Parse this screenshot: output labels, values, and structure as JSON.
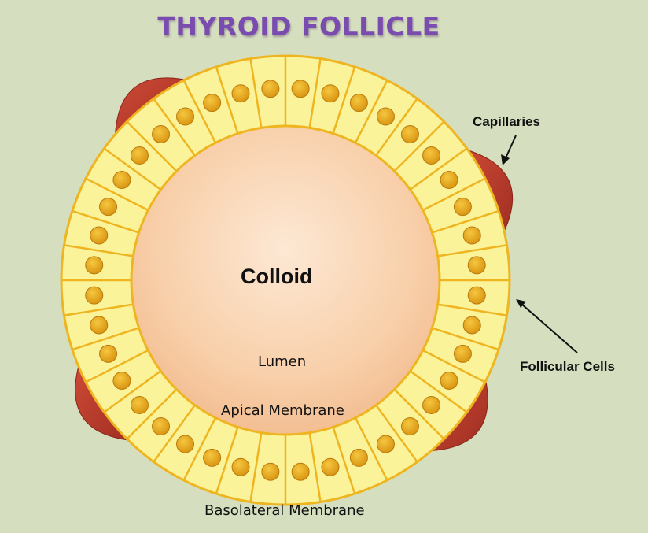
{
  "title": "THYROID FOLLICLE",
  "labels": {
    "colloid": "Colloid",
    "lumen": "Lumen",
    "apical": "Apical Membrane",
    "basolateral": "Basolateral Membrane",
    "capillaries": "Capillaries",
    "follicular": "Follicular Cells"
  },
  "structure": {
    "cell_count": 40,
    "capillary_count": 4
  },
  "colors": {
    "background": "#d5dfbf",
    "title": "#7a4cb0",
    "cell_fill": "#fbf39a",
    "cell_border": "#eeb521",
    "nucleus": "#e4a214",
    "colloid": "#f6c59c",
    "capillary": "#b93a2c"
  }
}
